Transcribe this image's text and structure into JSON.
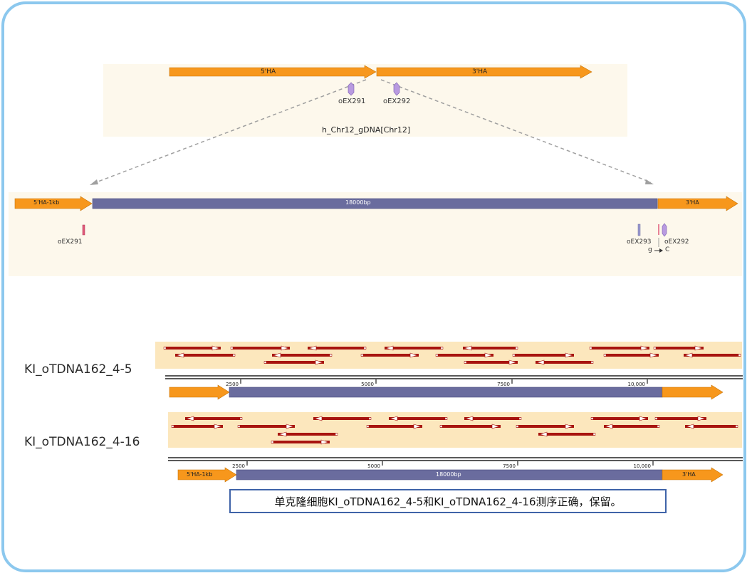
{
  "top_map": {
    "left_arm_label": "5'HA",
    "right_arm_label": "3'HA",
    "primer_left": "oEX291",
    "primer_right": "oEX292",
    "reference_name": "h_Chr12_gDNA[Chr12]"
  },
  "construct_map": {
    "left_arm_label": "5'HA-1kb",
    "insert_label": "18000bp",
    "right_arm_label": "3'HA",
    "primer_left": "oEX291",
    "primer_mid": "oEX293",
    "primer_right": "oEX292",
    "snp_from": "g",
    "snp_to": "C"
  },
  "samples": [
    {
      "name": "KI_oTDNA162_4-5",
      "ruler_ticks": [
        "2500",
        "5000",
        "7500",
        "10,000"
      ],
      "reads": [
        {
          "row": 0,
          "start": 230,
          "end": 310,
          "dir": "fwd"
        },
        {
          "row": 0,
          "start": 324,
          "end": 407,
          "dir": "fwd"
        },
        {
          "row": 0,
          "start": 432,
          "end": 514,
          "dir": "rev"
        },
        {
          "row": 0,
          "start": 540,
          "end": 622,
          "dir": "rev"
        },
        {
          "row": 0,
          "start": 650,
          "end": 727,
          "dir": "rev"
        },
        {
          "row": 0,
          "start": 828,
          "end": 912,
          "dir": "fwd"
        },
        {
          "row": 0,
          "start": 918,
          "end": 988,
          "dir": "fwd"
        },
        {
          "row": 1,
          "start": 246,
          "end": 330,
          "dir": "rev"
        },
        {
          "row": 1,
          "start": 382,
          "end": 466,
          "dir": "rev"
        },
        {
          "row": 1,
          "start": 507,
          "end": 588,
          "dir": "fwd"
        },
        {
          "row": 1,
          "start": 612,
          "end": 693,
          "dir": "fwd"
        },
        {
          "row": 1,
          "start": 720,
          "end": 806,
          "dir": "fwd"
        },
        {
          "row": 1,
          "start": 848,
          "end": 925,
          "dir": "fwd"
        },
        {
          "row": 1,
          "start": 960,
          "end": 1040,
          "dir": "rev"
        },
        {
          "row": 2,
          "start": 371,
          "end": 455,
          "dir": "fwd"
        },
        {
          "row": 2,
          "start": 652,
          "end": 727,
          "dir": "fwd"
        },
        {
          "row": 2,
          "start": 752,
          "end": 833,
          "dir": "rev"
        }
      ]
    },
    {
      "name": "KI_oTDNA162_4-16",
      "ruler_ticks": [
        "2500",
        "5000",
        "7500",
        "10,000"
      ],
      "reads": [
        {
          "row": 0,
          "start": 260,
          "end": 340,
          "dir": "rev"
        },
        {
          "row": 0,
          "start": 440,
          "end": 521,
          "dir": "rev"
        },
        {
          "row": 0,
          "start": 546,
          "end": 628,
          "dir": "rev"
        },
        {
          "row": 0,
          "start": 652,
          "end": 732,
          "dir": "rev"
        },
        {
          "row": 0,
          "start": 830,
          "end": 910,
          "dir": "fwd"
        },
        {
          "row": 0,
          "start": 920,
          "end": 992,
          "dir": "fwd"
        },
        {
          "row": 1,
          "start": 241,
          "end": 313,
          "dir": "fwd"
        },
        {
          "row": 1,
          "start": 334,
          "end": 414,
          "dir": "fwd"
        },
        {
          "row": 1,
          "start": 515,
          "end": 593,
          "dir": "fwd"
        },
        {
          "row": 1,
          "start": 618,
          "end": 703,
          "dir": "fwd"
        },
        {
          "row": 1,
          "start": 725,
          "end": 806,
          "dir": "fwd"
        },
        {
          "row": 1,
          "start": 848,
          "end": 926,
          "dir": "rev"
        },
        {
          "row": 1,
          "start": 962,
          "end": 1036,
          "dir": "rev"
        },
        {
          "row": 2,
          "start": 390,
          "end": 474,
          "dir": "rev"
        },
        {
          "row": 2,
          "start": 756,
          "end": 836,
          "dir": "rev"
        },
        {
          "row": 3,
          "start": 381,
          "end": 463,
          "dir": "fwd"
        }
      ],
      "left_arm_label": "5'HA-1kb",
      "insert_label": "18000bp",
      "right_arm_label": "3'HA"
    }
  ],
  "conclusion_text": "单克隆细胞KI_oTDNA162_4-5和KI_oTDNA162_4-16测序正确，保留。",
  "colors": {
    "arm": "#f7971c",
    "insert": "#6a6c9e",
    "read": "#a8140f",
    "panel": "#fdf8ec",
    "reads_panel": "#fce7bd",
    "primer": "#b89ae0",
    "frame": "#8cc8ee"
  }
}
